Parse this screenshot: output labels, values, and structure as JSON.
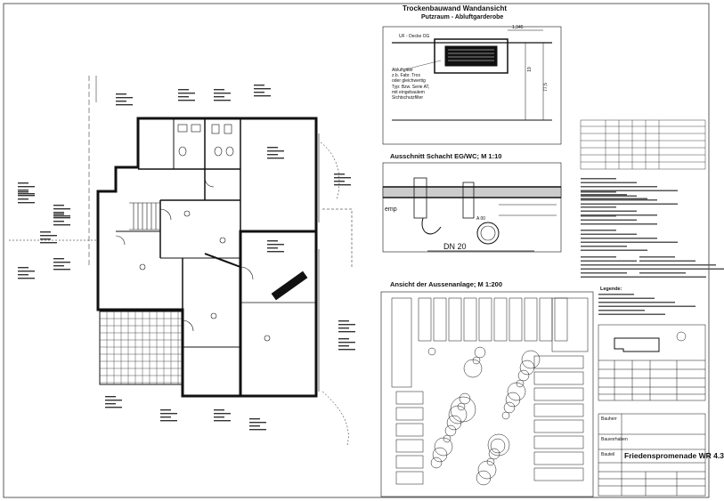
{
  "sheet": {
    "section_drywall": {
      "title_line1": "Trockenbauwand Wandansicht",
      "title_line2": "Putzraum - Abluftgarderobe",
      "dim_width": "1,345",
      "dim_height": "77,5",
      "dim_side": "19",
      "ceiling_label": "UF - Decke OG",
      "note_lines": [
        "Abluftgitter",
        "z.b. Fabr. Trox",
        "oder gleichwertig",
        "Typ: Bzw. Serie AT,",
        "mit eingebautem",
        "Sichtschutzfilter"
      ]
    },
    "section_shaft": {
      "title": "Ausschnitt Schacht EG/WC; M 1:10",
      "pipe_label": "DN 20",
      "side_text": "emp",
      "dim_label": "A 00"
    },
    "section_outdoor": {
      "title": "Ansicht der Aussenanlage; M 1:200"
    },
    "legend": {
      "heading": "Legende:"
    },
    "title_block": {
      "project_title": "Friedenspromenade WR 4.3",
      "field_label_1": "Bauherr",
      "field_label_2": "Bauvorhaben",
      "field_label_3": "Bauteil"
    }
  }
}
